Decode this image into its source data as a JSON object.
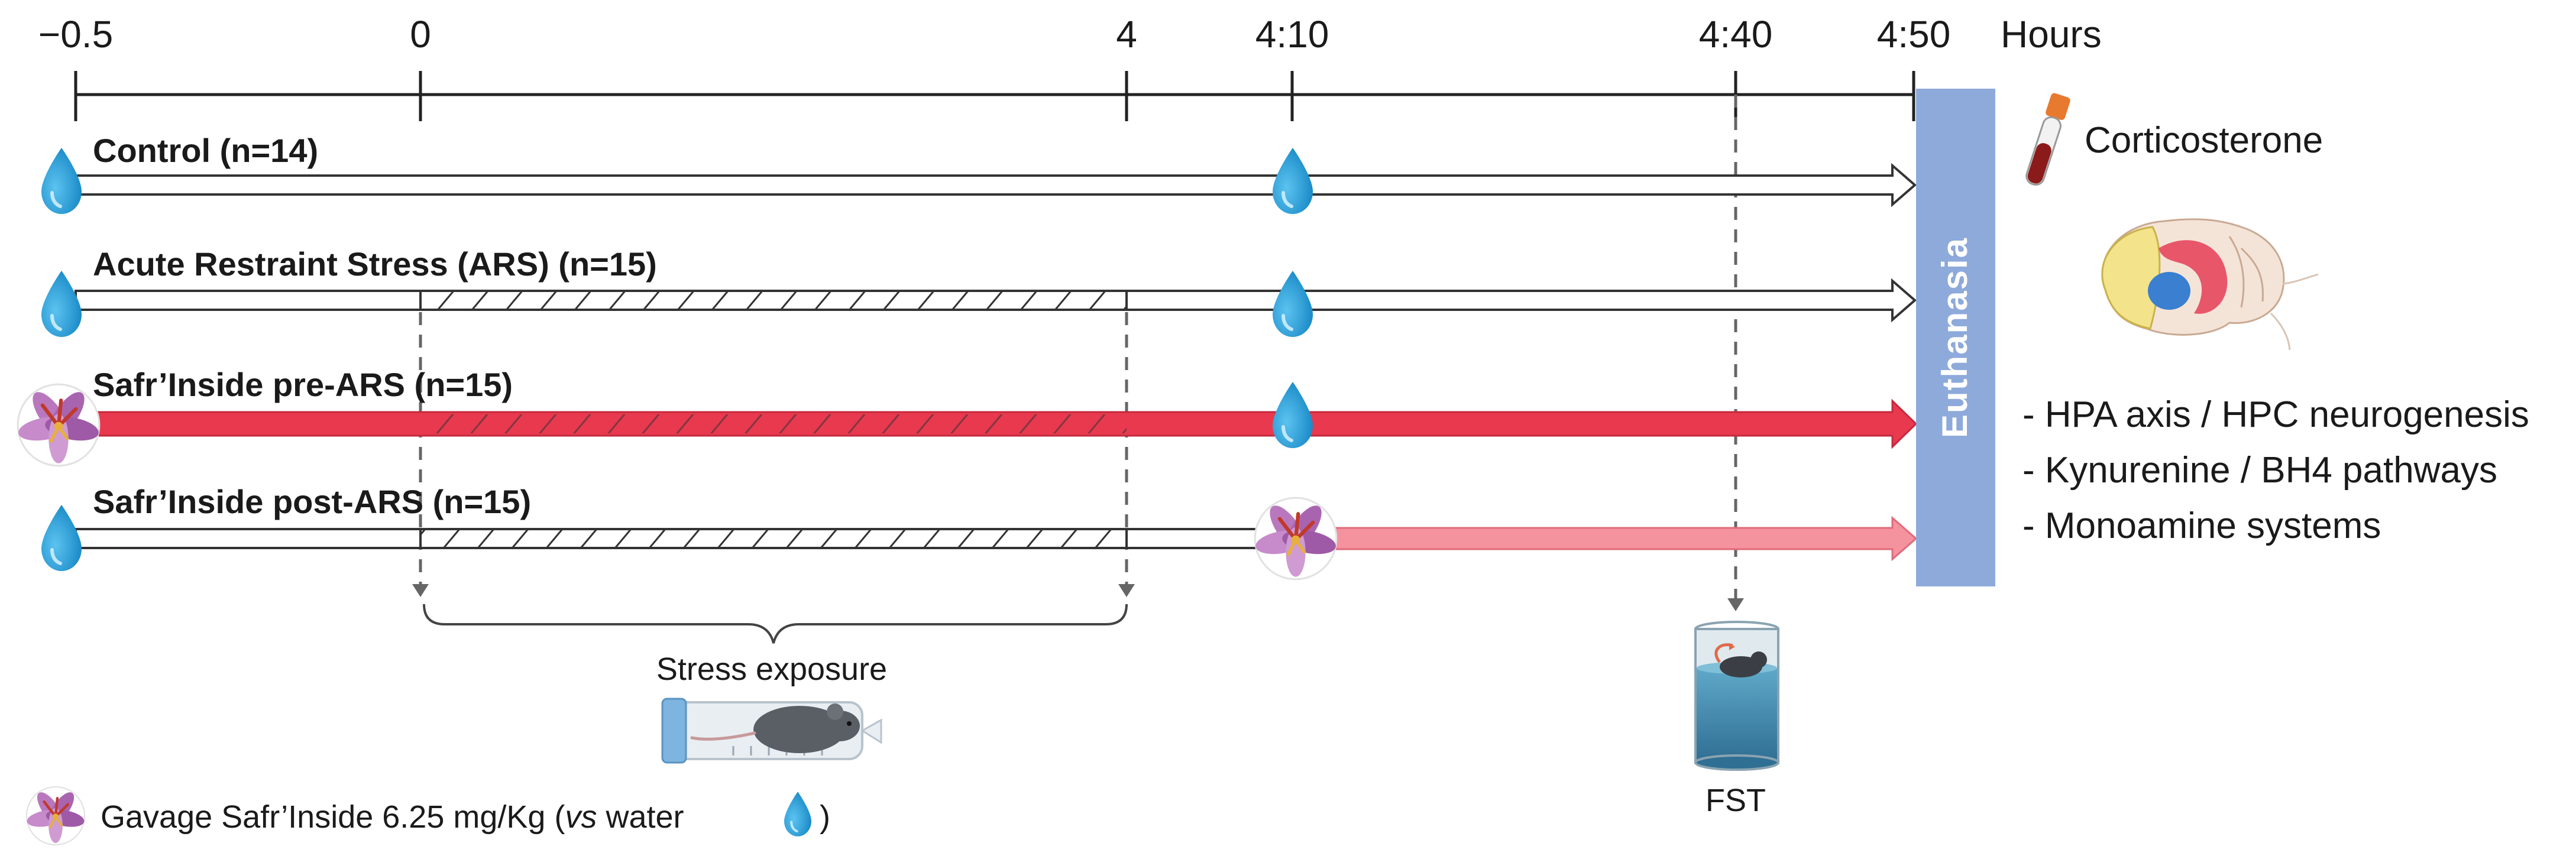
{
  "timeline": {
    "unit_label": "Hours",
    "ticks": [
      {
        "label": "−0.5",
        "hours": -0.5
      },
      {
        "label": "0",
        "hours": 0
      },
      {
        "label": "4",
        "hours": 4
      },
      {
        "label": "4:10",
        "hours": 4.1667
      },
      {
        "label": "4:40",
        "hours": 4.6667
      },
      {
        "label": "4:50",
        "hours": 4.8333
      }
    ]
  },
  "groups": [
    {
      "label": "Control (n=14)",
      "pretreatment": "water",
      "post_treatment": "water",
      "restraint": false,
      "arrow_style": "outline"
    },
    {
      "label": "Acute Restraint Stress (ARS) (n=15)",
      "pretreatment": "water",
      "post_treatment": "water",
      "restraint": true,
      "arrow_style": "outline"
    },
    {
      "label": "Safr’Inside pre-ARS (n=15)",
      "pretreatment": "saffron",
      "post_treatment": "water",
      "restraint": true,
      "arrow_style": "red"
    },
    {
      "label": "Safr’Inside post-ARS (n=15)",
      "pretreatment": "water",
      "post_treatment": "saffron",
      "restraint": true,
      "arrow_style": "pink"
    }
  ],
  "euthanasia": {
    "label": "Euthanasia",
    "color": "#8eaadb"
  },
  "stress": {
    "label": "Stress exposure"
  },
  "fst": {
    "label": "FST"
  },
  "outcomes": {
    "corticosterone": "Corticosterone",
    "items": [
      "- HPA axis / HPC neurogenesis",
      "- Kynurenine / BH4 pathways",
      "- Monoamine systems"
    ]
  },
  "legend": {
    "text_before": "Gavage Safr’Inside 6.25 mg/Kg (",
    "text_italic": "vs",
    "text_after": " water ",
    "text_close": ")"
  },
  "colors": {
    "red_arrow": "#e8394f",
    "pink_arrow": "#f4929e",
    "water_drop": "#1e9ad6",
    "axis": "#222222",
    "euthanasia": "#8eaadb",
    "saffron_petal": "#b56fb8",
    "saffron_stigma": "#c0392b"
  },
  "icons": [
    "water-drop-icon",
    "saffron-flower-icon",
    "blood-tube-icon",
    "brain-icon",
    "restraint-tube-mouse-icon",
    "water-beaker-mouse-icon"
  ]
}
